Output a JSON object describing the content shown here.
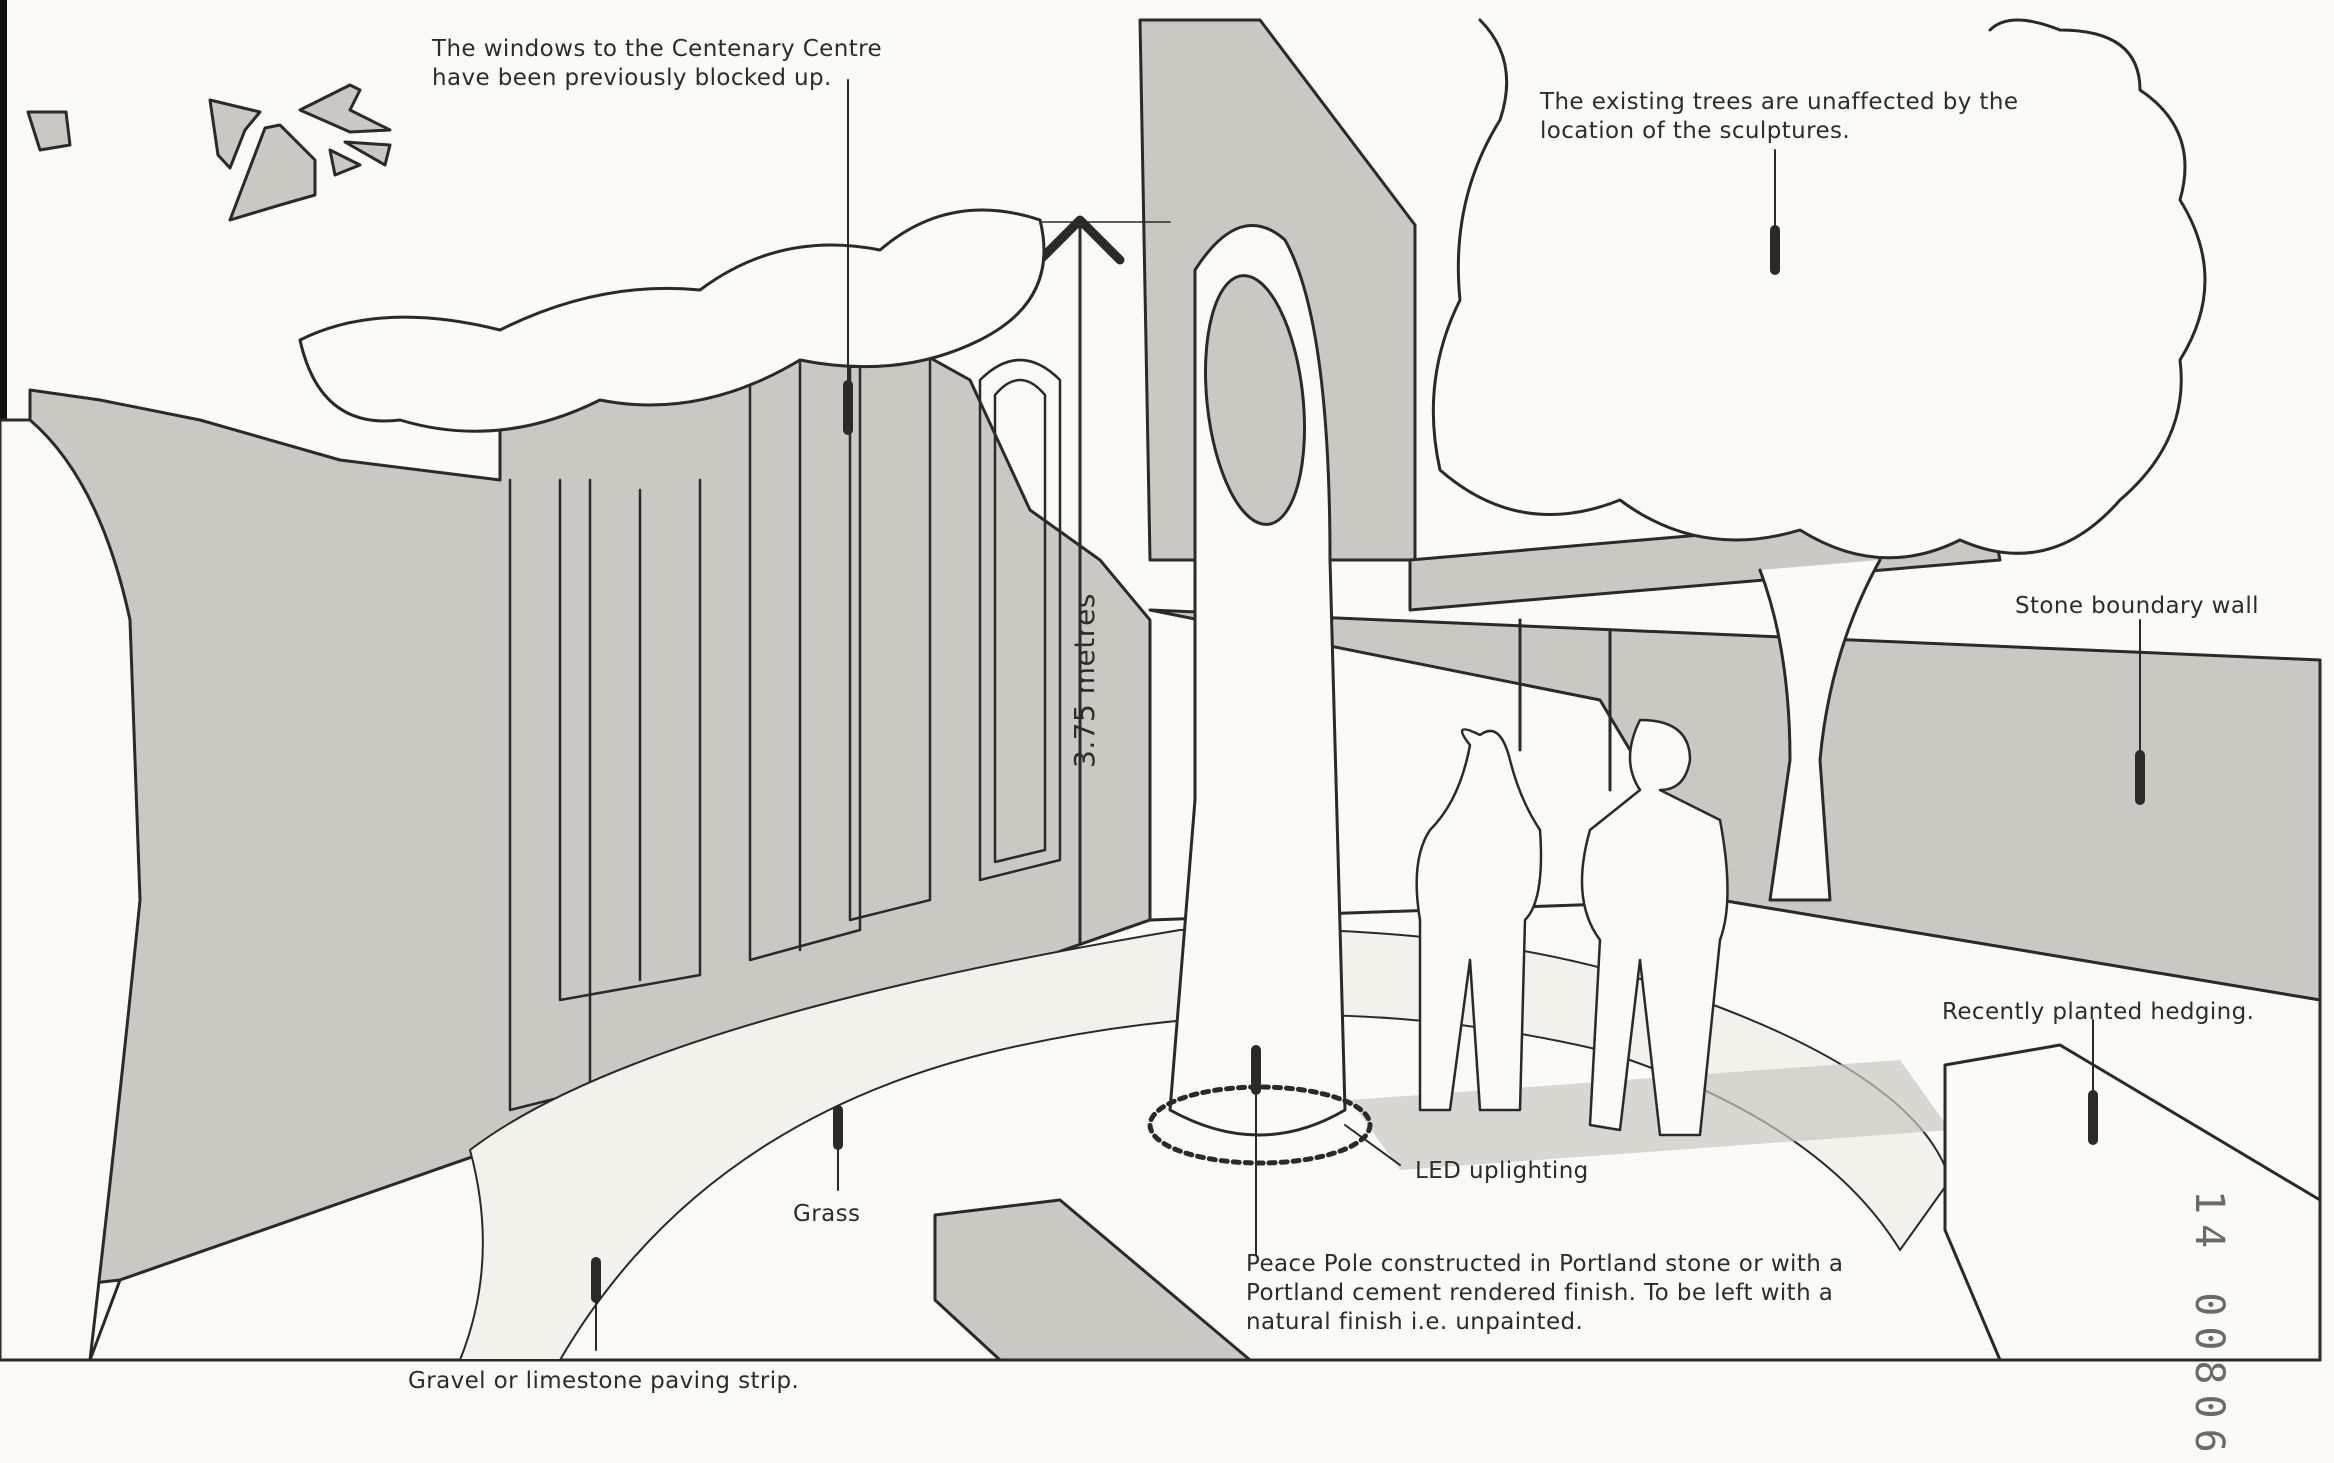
{
  "drawing": {
    "type": "architectural perspective sketch",
    "colors": {
      "background": "#fbfaf6",
      "fill_gray": "#cbc7c2",
      "shadow_gray": "#bdb9b4",
      "ink": "#2b2a28"
    }
  },
  "annotations": {
    "windows": "The windows to the Centenary Centre\nhave been previously blocked up.",
    "trees": "The existing trees are unaffected by the\nlocation of the sculptures.",
    "wall": "Stone boundary wall",
    "hedging": "Recently planted hedging.",
    "led": "LED uplighting",
    "grass": "Grass",
    "gravel": "Gravel or limestone paving strip.",
    "pole": "Peace Pole constructed in Portland stone or with a\nPortland cement rendered finish. To be left with a\nnatural finish i.e. unpainted."
  },
  "dimension": {
    "label": "3.75 metres"
  },
  "stamp": {
    "text": "14 00806"
  }
}
